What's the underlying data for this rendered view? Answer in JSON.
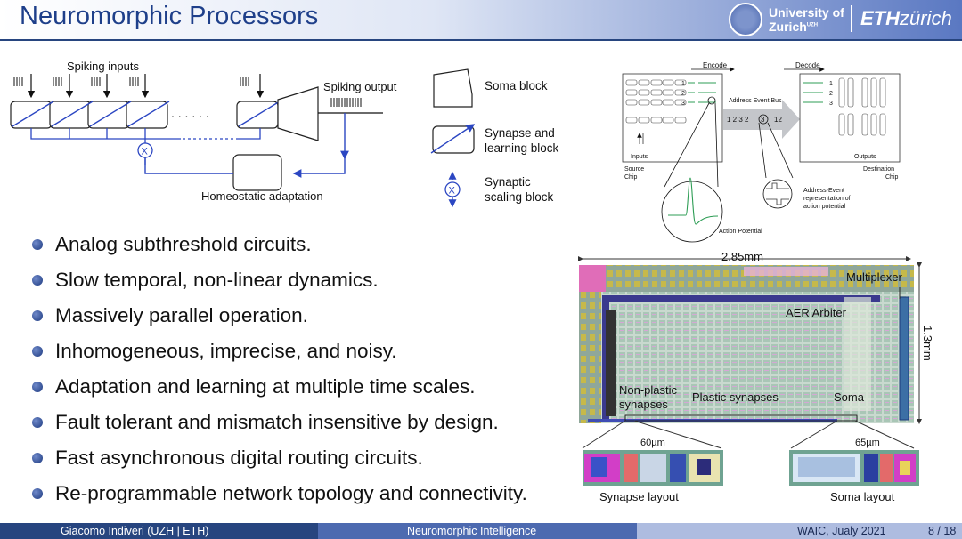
{
  "slide": {
    "title": "Neuromorphic Processors",
    "logo": {
      "uzh_line1": "University of",
      "uzh_line2": "Zurich",
      "uzh_sup": "UZH",
      "eth_bold": "ETH",
      "eth_rest": "zürich"
    }
  },
  "neuron_diagram": {
    "spiking_inputs": "Spiking inputs",
    "spiking_output": "Spiking output",
    "homeostatic": "Homeostatic adaptation",
    "dots": ". . . . . ."
  },
  "legend": {
    "soma": "Soma block",
    "synapse_line1": "Synapse and",
    "synapse_line2": "learning block",
    "scaling_line1": "Synaptic",
    "scaling_line2": "scaling block"
  },
  "aer": {
    "encode": "Encode",
    "decode": "Decode",
    "bus": "Address Event Bus",
    "bus_seq": "1 2 3 2",
    "bus_sel": "3",
    "bus_last": "12",
    "inputs": "Inputs",
    "outputs": "Outputs",
    "source1": "Source",
    "source2": "Chip",
    "dest1": "Destination",
    "dest2": "Chip",
    "action": "Action Potential",
    "ae1": "Address-Event",
    "ae2": "representation of",
    "ae3": "action potential",
    "n1": "1",
    "n2": "2",
    "n3": "3"
  },
  "bullets": [
    "Analog subthreshold circuits.",
    "Slow temporal, non-linear dynamics.",
    "Massively parallel operation.",
    "Inhomogeneous, imprecise, and noisy.",
    "Adaptation and learning at multiple time scales.",
    "Fault tolerant and mismatch insensitive by design.",
    "Fast asynchronous digital routing circuits.",
    "Re-programmable network topology and connectivity."
  ],
  "chip": {
    "width": "2.85mm",
    "height": "1.3mm",
    "multiplexer": "Multiplexer",
    "aer_arbiter": "AER Arbiter",
    "non_plastic_1": "Non-plastic",
    "non_plastic_2": "synapses",
    "plastic": "Plastic synapses",
    "soma": "Soma",
    "syn_width": "60µm",
    "soma_width": "65µm",
    "syn_layout": "Synapse layout",
    "soma_layout": "Soma layout"
  },
  "footer": {
    "author": "Giacomo Indiveri  (UZH | ETH)",
    "talk": "Neuromorphic Intelligence",
    "event": "WAIC, Jualy 2021",
    "page": "8 / 18"
  },
  "colors": {
    "title_blue": "#1e3f8a",
    "diagram_blue": "#2b46c2",
    "footer_dark": "#27457f",
    "footer_mid": "#4d6ab0",
    "footer_light": "#aebce0"
  }
}
